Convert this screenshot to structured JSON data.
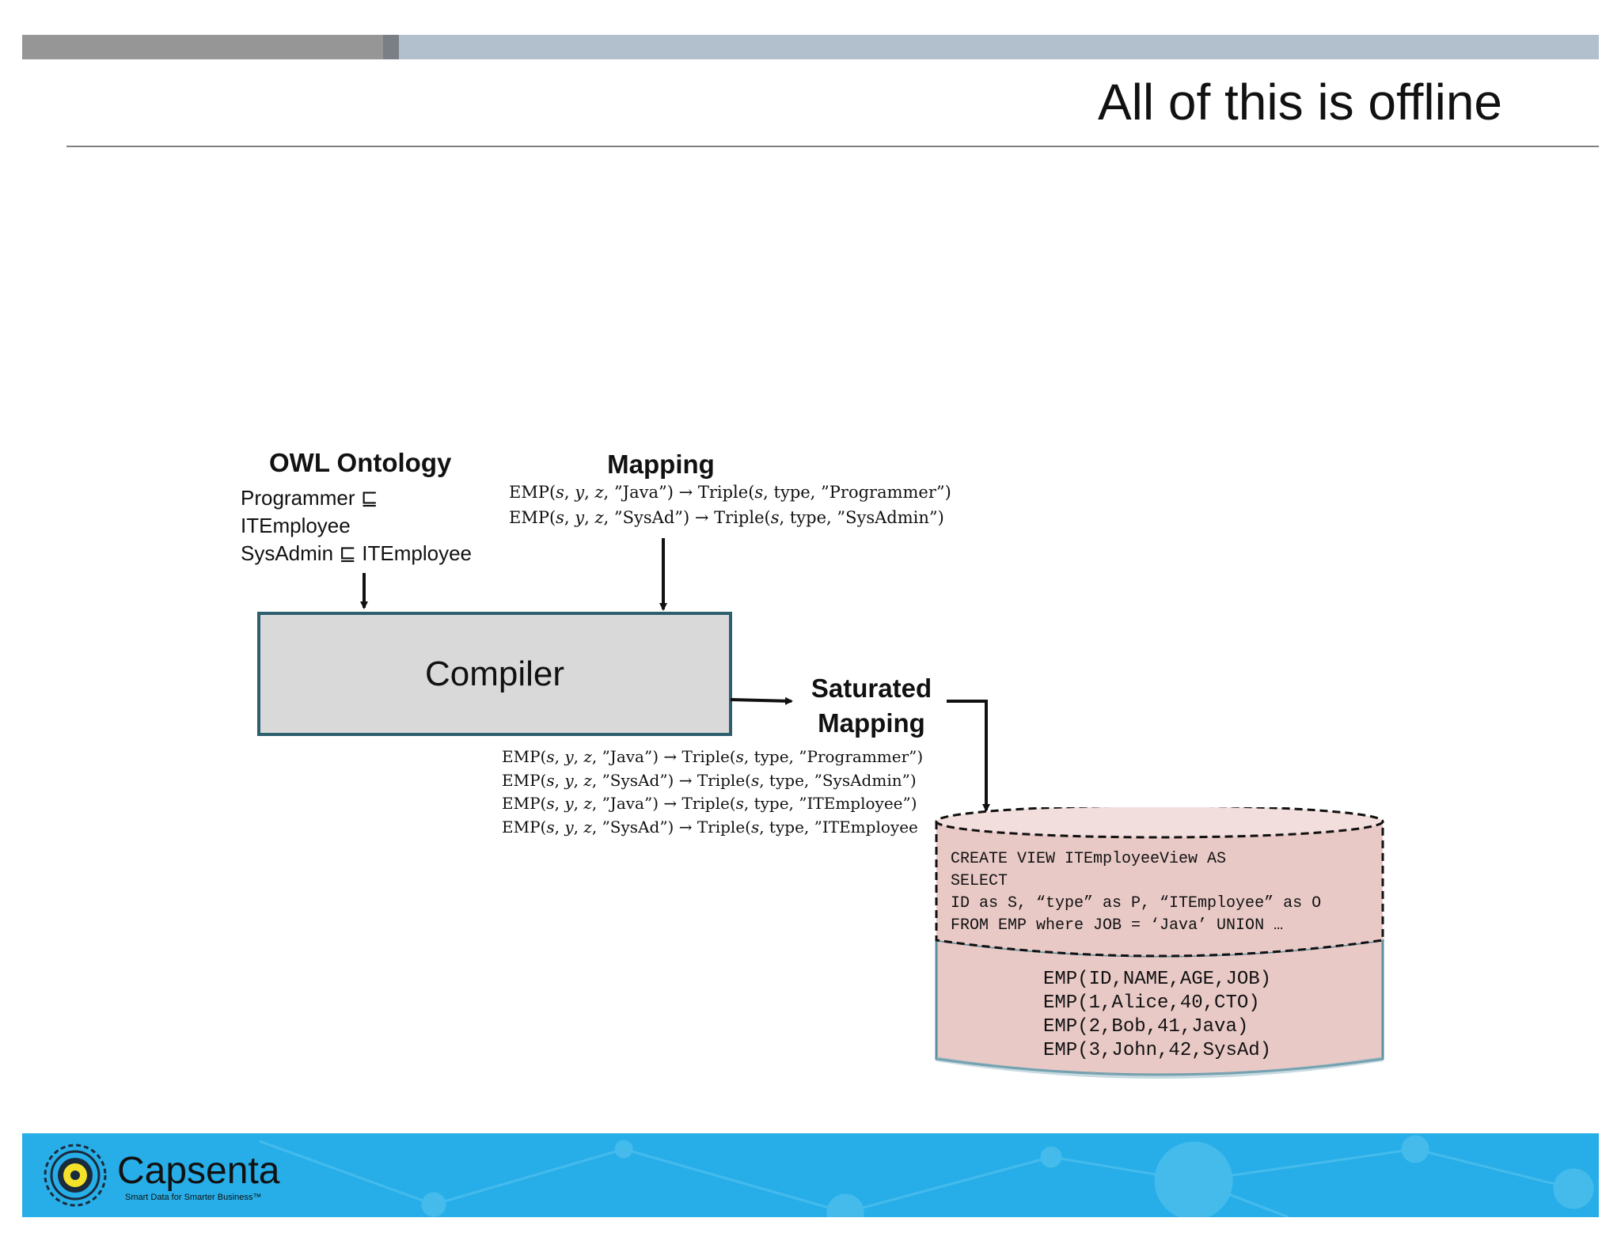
{
  "slide": {
    "title": "All of this is offline"
  },
  "ontology": {
    "heading": "OWL Ontology",
    "lines": [
      "Programmer ⊑",
      "ITEmployee",
      "SysAdmin ⊑ ITEmployee"
    ]
  },
  "mapping": {
    "heading": "Mapping",
    "rules": [
      "EMP(𝑠, 𝑦, 𝑧, ”Java”) → Triple(𝑠, type, ”Programmer”)",
      "EMP(𝑠, 𝑦, 𝑧, ”SysAd”) → Triple(𝑠, type, ”SysAdmin”)"
    ]
  },
  "compiler": {
    "label": "Compiler"
  },
  "saturated": {
    "heading_line1": "Saturated",
    "heading_line2": "Mapping",
    "rules": [
      "EMP(𝑠, 𝑦, 𝑧, ”Java”) → Triple(𝑠, type, ”Programmer”)",
      "EMP(𝑠, 𝑦, 𝑧, ”SysAd”) → Triple(𝑠, type, ”SysAdmin”)",
      "EMP(𝑠, 𝑦, 𝑧, ”Java”) → Triple(𝑠, type, ”ITEmployee”)",
      "EMP(𝑠, 𝑦, 𝑧, ”SysAd”) → Triple(𝑠, type, ”ITEmployee"
    ]
  },
  "database": {
    "view_sql": [
      "CREATE VIEW ITEmployeeView AS",
      "SELECT",
      "ID as S, “type” as P, “ITEmployee” as O",
      "FROM EMP where JOB = ‘Java’ UNION …"
    ],
    "table_rows": [
      "EMP(ID,NAME,AGE,JOB)",
      "EMP(1,Alice,40,CTO)",
      "EMP(2,Bob,41,Java)",
      "EMP(3,John,42,SysAd)"
    ]
  },
  "footer": {
    "brand": "Capsenta",
    "tagline": "Smart Data for Smarter Business™"
  },
  "colors": {
    "footer_blue": "#27aee8",
    "compiler_fill": "#d9d9d9",
    "compiler_border": "#2e5f6e",
    "db_fill": "#e8c9c6",
    "db_border": "#5b8fa0"
  },
  "icons": [
    "capsenta-logo-icon"
  ]
}
